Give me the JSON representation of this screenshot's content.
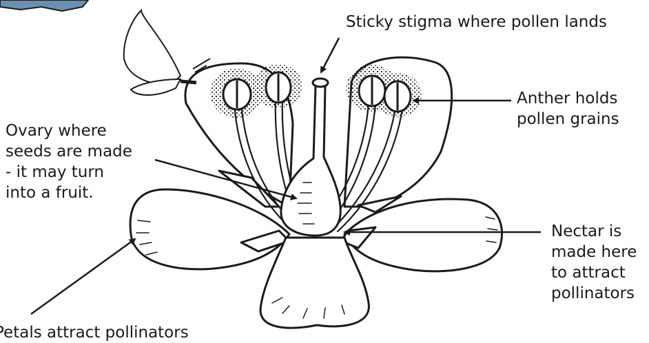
{
  "labels": {
    "stigma": "Sticky stigma where pollen lands",
    "anther": [
      "Anther holds",
      "pollen grains"
    ],
    "ovary": [
      "Ovary where",
      "seeds are made",
      "- it may turn",
      "into a fruit."
    ],
    "nectar": [
      "Nectar is",
      "made here",
      "to attract",
      "pollinators"
    ],
    "petals": "Petals attract pollinators"
  },
  "colors": {
    "ink": "#1a1a1a",
    "corner_fill": "#6b8fae",
    "background": "#ffffff"
  }
}
